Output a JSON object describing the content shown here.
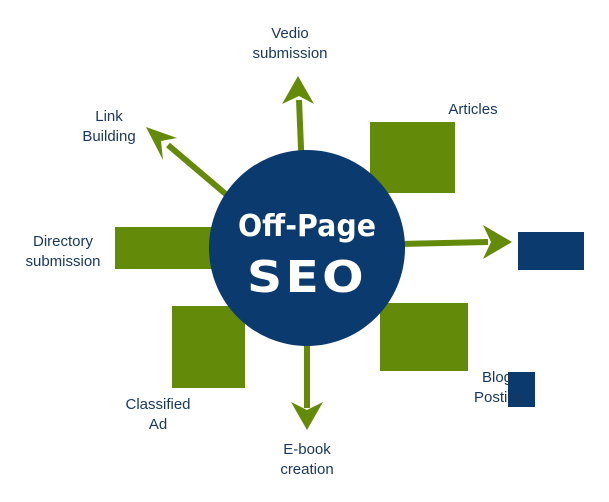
{
  "hub": {
    "line1": "Off-Page",
    "line2": "SEO"
  },
  "labels": {
    "vedio_1": "Vedio",
    "vedio_2": "submission",
    "link_1": "Link",
    "link_2": "Building",
    "articles": "Articles",
    "directory_1": "Directory",
    "directory_2": "submission",
    "classified_1": "Classified",
    "classified_2": "Ad",
    "ebook_1": "E-book",
    "ebook_2": "creation",
    "blog_1": "Blog",
    "blog_2": "Posting"
  },
  "colors": {
    "navy": "#0b3a6e",
    "green": "#648a0a",
    "label": "#17375e"
  }
}
